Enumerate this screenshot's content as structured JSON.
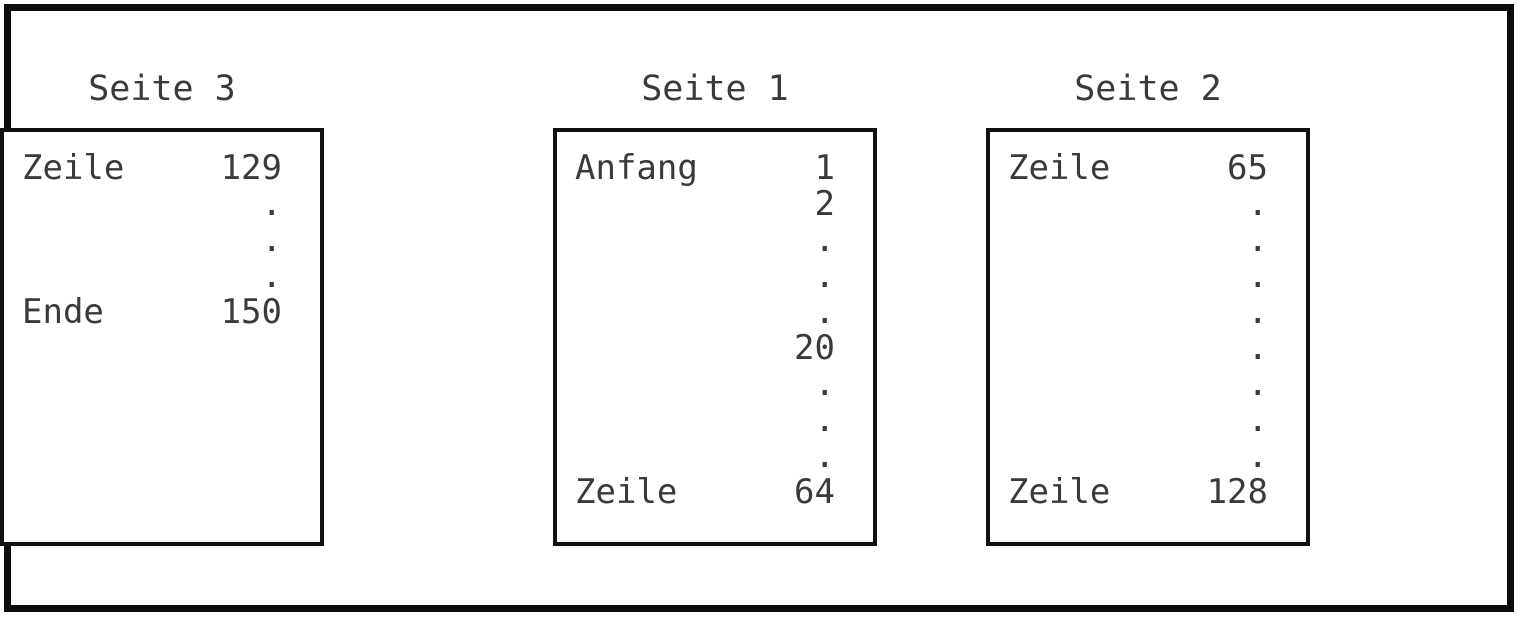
{
  "colors": {
    "text": "#3a3a3a",
    "border": "#111111",
    "frame": "#0c0c0c",
    "background": "#ffffff"
  },
  "pages": [
    {
      "title": "Seite 1",
      "rows": [
        {
          "label": "Anfang",
          "value": "1"
        },
        {
          "label": "",
          "value": "2"
        },
        {
          "label": "",
          "value": "."
        },
        {
          "label": "",
          "value": "."
        },
        {
          "label": "",
          "value": "."
        },
        {
          "label": "",
          "value": "20"
        },
        {
          "label": "",
          "value": "."
        },
        {
          "label": "",
          "value": "."
        },
        {
          "label": "",
          "value": "."
        },
        {
          "label": "Zeile",
          "value": "64"
        }
      ]
    },
    {
      "title": "Seite 2",
      "rows": [
        {
          "label": "Zeile",
          "value": "65"
        },
        {
          "label": "",
          "value": "."
        },
        {
          "label": "",
          "value": "."
        },
        {
          "label": "",
          "value": "."
        },
        {
          "label": "",
          "value": "."
        },
        {
          "label": "",
          "value": "."
        },
        {
          "label": "",
          "value": "."
        },
        {
          "label": "",
          "value": "."
        },
        {
          "label": "",
          "value": "."
        },
        {
          "label": "Zeile",
          "value": "128"
        }
      ]
    },
    {
      "title": "Seite 3",
      "rows": [
        {
          "label": "Zeile",
          "value": "129"
        },
        {
          "label": "",
          "value": "."
        },
        {
          "label": "",
          "value": "."
        },
        {
          "label": "",
          "value": "."
        },
        {
          "label": "Ende",
          "value": "150"
        }
      ]
    }
  ]
}
